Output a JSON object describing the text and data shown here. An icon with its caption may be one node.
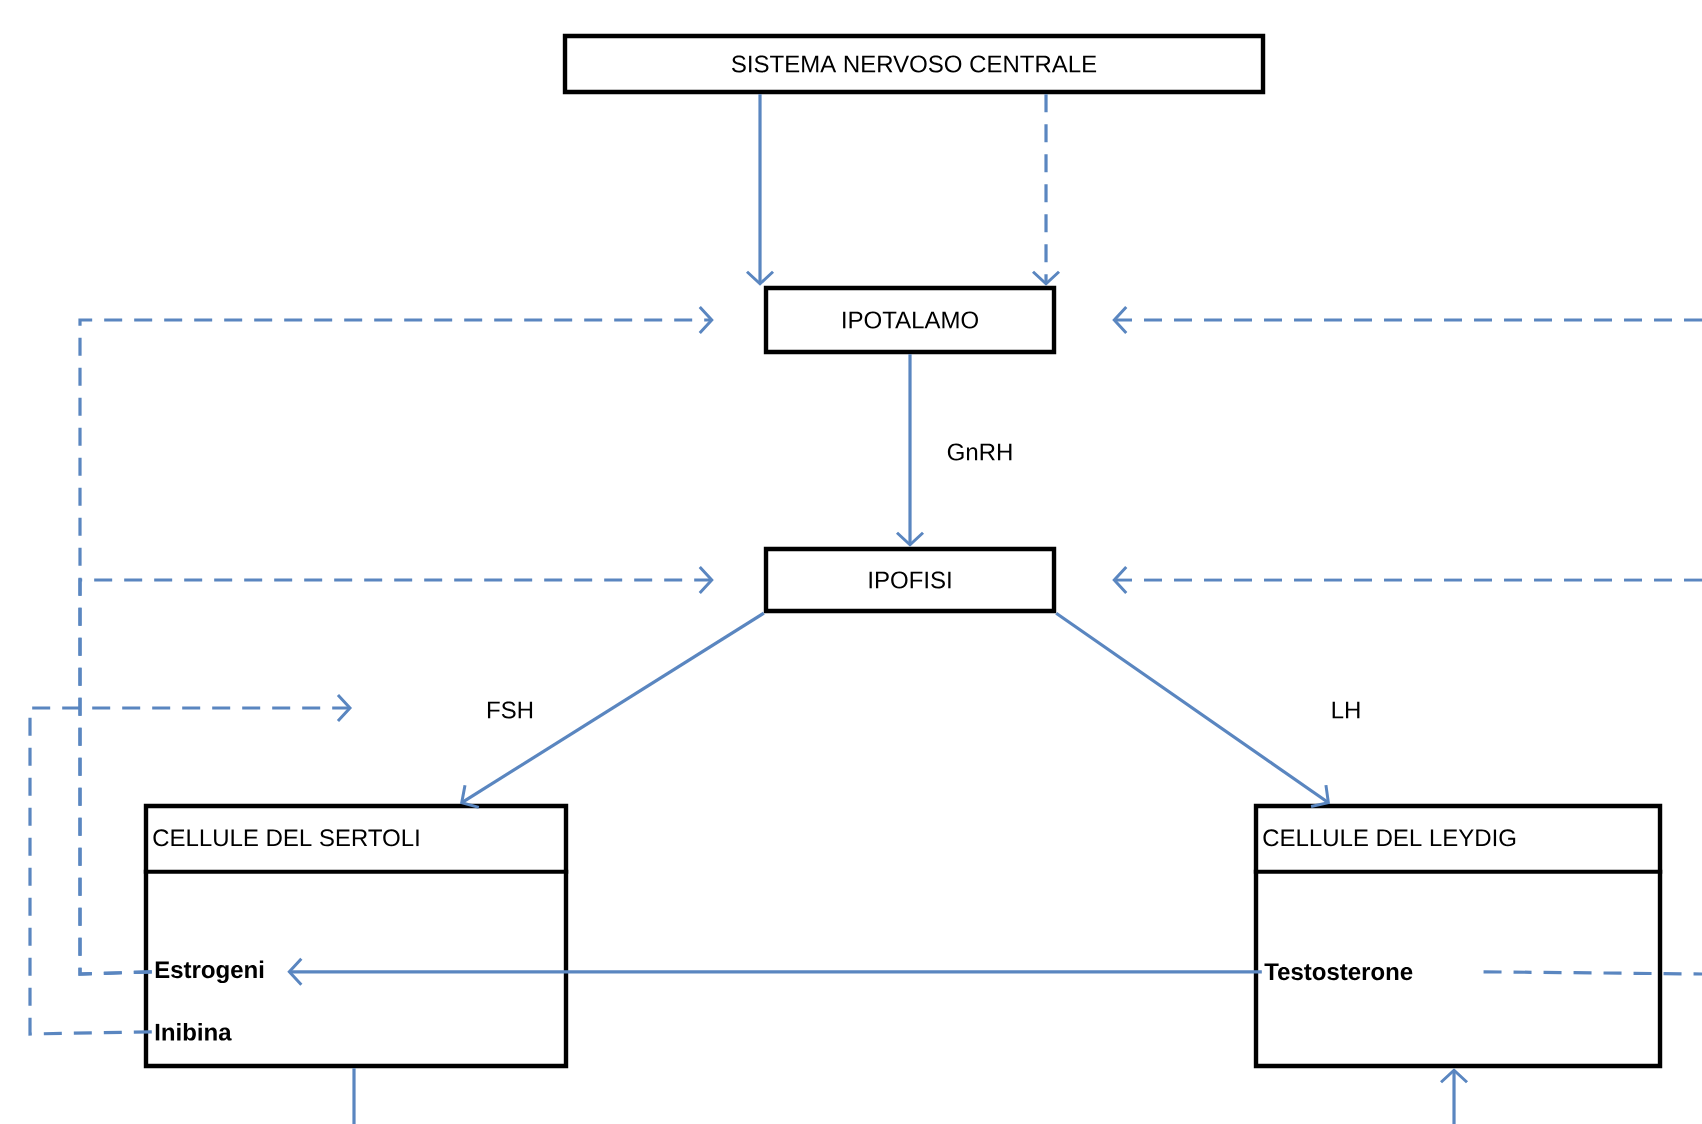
{
  "diagram": {
    "nodes": [
      {
        "text": [
          "SISTEMA NERVOSO CENTRALE"
        ]
      },
      {
        "text": [
          "IPOTALAMO"
        ]
      },
      {
        "text": [
          "IPOFISI"
        ]
      },
      {
        "text": [
          "CELLULE DEL SERTOLI"
        ]
      },
      {
        "text": [
          "Estrogeni"
        ],
        "in": 3
      },
      {
        "text": [
          "Inibina"
        ],
        "in": 3
      },
      {
        "text": [
          "CELLULE DEL LEYDIG"
        ]
      },
      {
        "text": [
          "Testosterone"
        ],
        "in": 6
      }
    ],
    "edges": [
      {
        "from": 0,
        "to": 1,
        "arrow": "to"
      },
      {
        "from": 0,
        "to": 1,
        "arrow": "to",
        "style": "dashed"
      },
      {
        "from": 1,
        "to": 2,
        "arrow": "to",
        "label": "GnRH"
      },
      {
        "from": 2,
        "to": 3,
        "arrow": "to",
        "label": "FSH"
      },
      {
        "from": 2,
        "to": 6,
        "arrow": "to",
        "label": "LH"
      },
      {
        "from": 7,
        "to": 4,
        "arrow": "to"
      },
      {
        "from": 4,
        "to": 1,
        "arrow": "to",
        "style": "dashed"
      },
      {
        "from": 4,
        "to": 2,
        "arrow": "to",
        "style": "dashed"
      },
      {
        "from": 5,
        "to": null,
        "arrow": "to",
        "style": "dashed"
      },
      {
        "from": null,
        "to": 1,
        "arrow": "to",
        "style": "dashed"
      },
      {
        "from": null,
        "to": 2,
        "arrow": "to",
        "style": "dashed"
      },
      {
        "from": 7,
        "to": null,
        "arrow": "none",
        "style": "dashed"
      },
      {
        "from": 3,
        "to": null,
        "arrow": "none"
      },
      {
        "from": null,
        "to": 6,
        "arrow": "to"
      }
    ]
  }
}
